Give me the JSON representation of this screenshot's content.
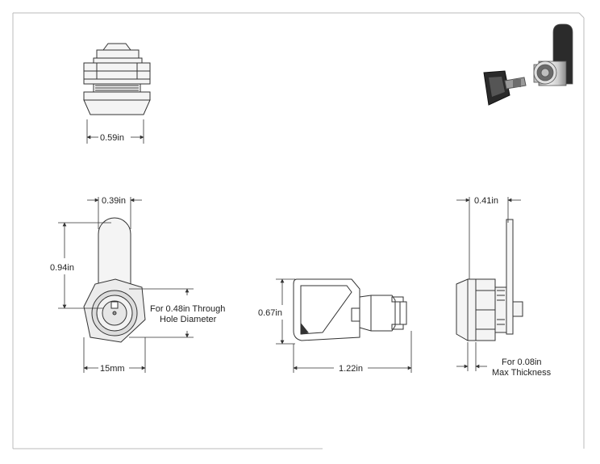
{
  "dimensions": {
    "top_width": "0.59in",
    "front_width_top": "0.39in",
    "front_height": "0.94in",
    "front_width_bottom": "15mm",
    "hole_note_line1": "For 0.48in Through",
    "hole_note_line2": "Hole Diameter",
    "key_height": "0.67in",
    "key_length": "1.22in",
    "side_width": "0.41in",
    "thickness_line1": "For 0.08in",
    "thickness_line2": "Max Thickness"
  },
  "colors": {
    "line": "#333333",
    "frame": "#bbbbbb",
    "metal_light": "#eeeeee",
    "metal_mid": "#c9c9c9",
    "metal_dark": "#8a8a8a",
    "key_black": "#2a2a2a"
  },
  "icons": [
    "cam-lock-top-view",
    "cam-lock-front-view",
    "key-side-view",
    "cam-lock-side-view",
    "cam-lock-3d-render"
  ]
}
